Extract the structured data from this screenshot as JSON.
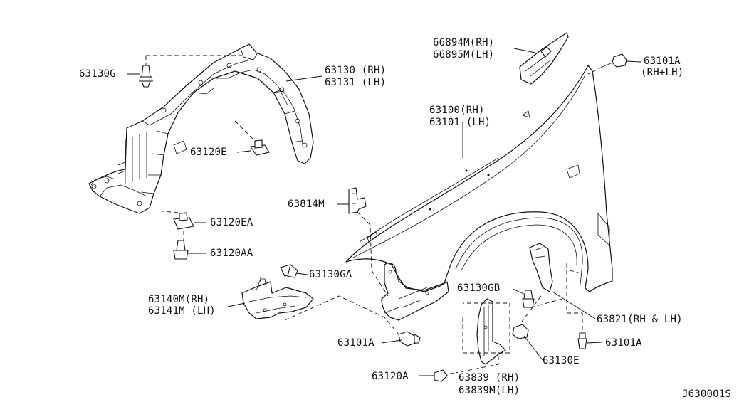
{
  "parts": {
    "p63130g": "63130G",
    "p63130_rh": "63130 (RH)",
    "p63131_lh": "63131 (LH)",
    "p63120e": "63120E",
    "p63120ea": "63120EA",
    "p63120aa": "63120AA",
    "p63130ga": "63130GA",
    "p63140m_rh": "63140M(RH)",
    "p63141m_lh": "63141M (LH)",
    "p63101a_bottom": "63101A",
    "p63120a": "63120A",
    "p63839_rh": "63839 (RH)",
    "p63839m_lh": "63839M(LH)",
    "p63130gb": "63130GB",
    "p63130e": "63130E",
    "p63101a_right": "63101A",
    "p63821": "63821(RH & LH)",
    "p63814m": "63814M",
    "p63100_rh": "63100(RH)",
    "p63101_lh": "63101 (LH)",
    "p66894m_rh": "66894M(RH)",
    "p66895m_lh": "66895M(LH)",
    "p63101a_top": "63101A",
    "p63101a_top_side": "(RH+LH)"
  },
  "drawing_code": "J630001S"
}
